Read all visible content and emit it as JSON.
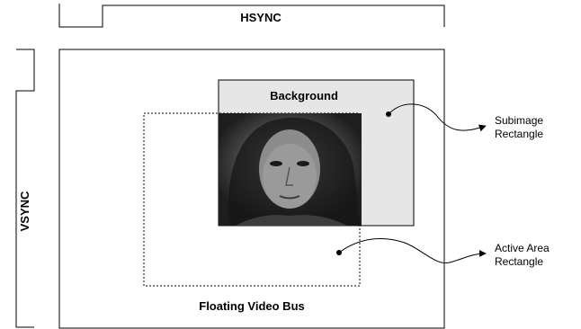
{
  "labels": {
    "hsync": "HSYNC",
    "vsync": "VSYNC",
    "background": "Background",
    "floating_video_bus": "Floating Video Bus",
    "subimage_line1": "Subimage",
    "subimage_line2": "Rectangle",
    "active_line1": "Active Area",
    "active_line2": "Rectangle"
  },
  "colors": {
    "background_fill": "#e6e6e6",
    "stroke": "#000000",
    "photo_dark": "#2a2a2a"
  },
  "icons": {
    "photo": "portrait-photo"
  }
}
